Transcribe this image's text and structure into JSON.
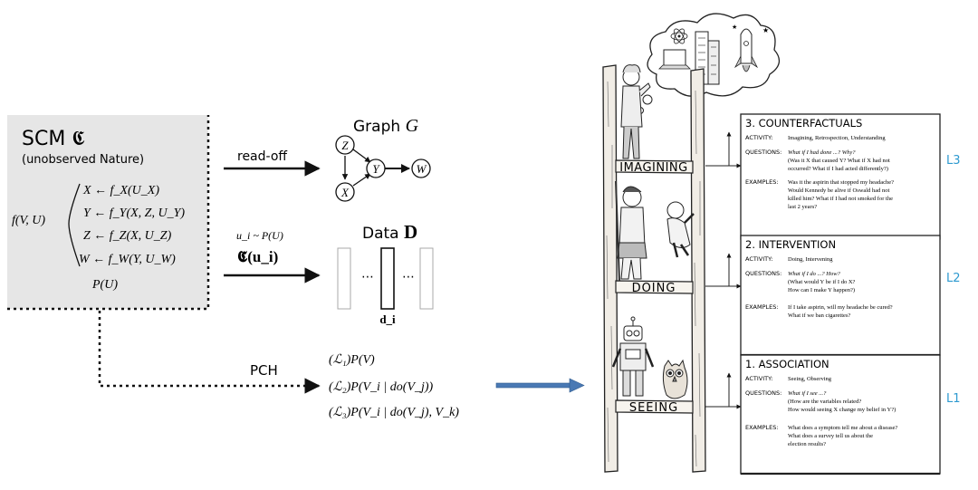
{
  "scm": {
    "title": "SCM 𝕮",
    "subtitle": "(unobserved Nature)",
    "f_label": "f(V, U)",
    "equations": [
      "X ← f_X(U_X)",
      "Y ← f_Y(X, Z, U_Y)",
      "Z ← f_Z(X, U_Z)",
      "W ← f_W(Y, U_W)"
    ],
    "prior": "P(U)"
  },
  "graph": {
    "arrow_label": "read-off",
    "title": "Graph",
    "title_var": "G",
    "nodes": [
      "Z",
      "X",
      "Y",
      "W"
    ]
  },
  "data": {
    "sample_label": "u_i ~ P(U)",
    "apply_label": "𝕮(u_i)",
    "title": "Data",
    "title_var": "D",
    "ellipsis": "⋯",
    "column_label": "d_i"
  },
  "pch": {
    "arrow_label": "PCH",
    "levels": [
      "(ℒ₁)P(V)",
      "(ℒ₂)P(V_i | do(V_j))",
      "(ℒ₃)P(V_i | do(V_j), V_k)"
    ]
  },
  "ladder": {
    "rungs": [
      "IMAGINING",
      "DOING",
      "SEEING"
    ],
    "figures": [
      "thinker",
      "caveman",
      "baby",
      "robot",
      "owl",
      "thought-cloud"
    ]
  },
  "cards": [
    {
      "title": "3. COUNTERFACTUALS",
      "activity_label": "ACTIVITY:",
      "activity": "Imagining, Retrospection, Understanding",
      "questions_label": "QUESTIONS:",
      "questions": [
        "What if I had done ...? Why?",
        "(Was it X that caused Y? What if X had not",
        "occurred? What if I had acted differently?)"
      ],
      "examples_label": "EXAMPLES:",
      "examples": [
        "Was it the aspirin that stopped my headache?",
        "Would Kennedy be alive if Oswald had not",
        "killed him? What if I had not smoked for the",
        "last 2 years?"
      ],
      "level": "L3"
    },
    {
      "title": "2. INTERVENTION",
      "activity_label": "ACTIVITY:",
      "activity": "Doing, Intervening",
      "questions_label": "QUESTIONS:",
      "questions": [
        "What if I do ...? How?",
        "(What would Y be if I do X?",
        "How can I make Y happen?)"
      ],
      "examples_label": "EXAMPLES:",
      "examples": [
        "If I take aspirin, will my headache be cured?",
        "What if we ban cigarettes?"
      ],
      "level": "L2"
    },
    {
      "title": "1. ASSOCIATION",
      "activity_label": "ACTIVITY:",
      "activity": "Seeing, Observing",
      "questions_label": "QUESTIONS:",
      "questions": [
        "What if I see ...?",
        "(How are the variables related?",
        "How would seeing X change my belief in Y?)"
      ],
      "examples_label": "EXAMPLES:",
      "examples": [
        "What does a symptom tell me about a disease?",
        "What does a survey tell us about the",
        "election results?"
      ],
      "level": "L1"
    }
  ],
  "colors": {
    "accent": "#2e9ad0",
    "arrow_blue": "#4a79b4",
    "scm_box": "#e6e6e6"
  }
}
